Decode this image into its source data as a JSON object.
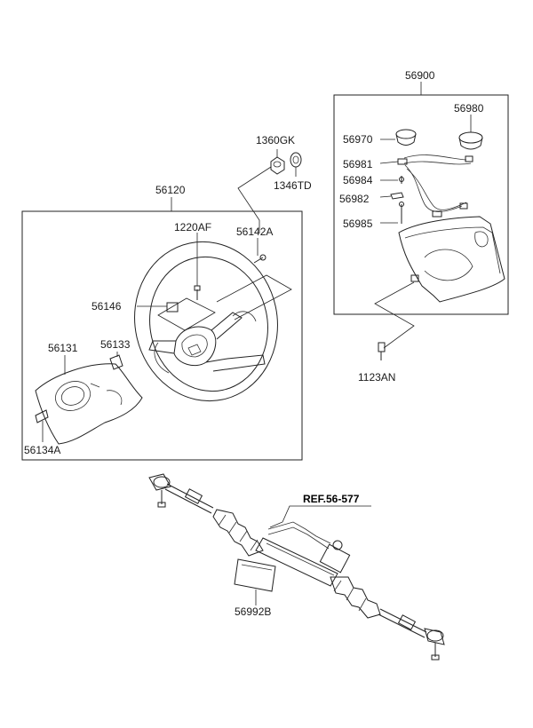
{
  "labels": {
    "group_56900": "56900",
    "p56980": "56980",
    "p56970": "56970",
    "p56981": "56981",
    "p56984": "56984",
    "p56982": "56982",
    "p56985": "56985",
    "p1360GK": "1360GK",
    "p1346TD": "1346TD",
    "group_56120": "56120",
    "p1220AF": "1220AF",
    "p56142A": "56142A",
    "p56146": "56146",
    "p56131": "56131",
    "p56133": "56133",
    "p56134A": "56134A",
    "p1123AN": "1123AN",
    "ref_56_577": "REF.56-577",
    "p56992B": "56992B"
  },
  "colors": {
    "line": "#222222",
    "background": "#ffffff"
  }
}
